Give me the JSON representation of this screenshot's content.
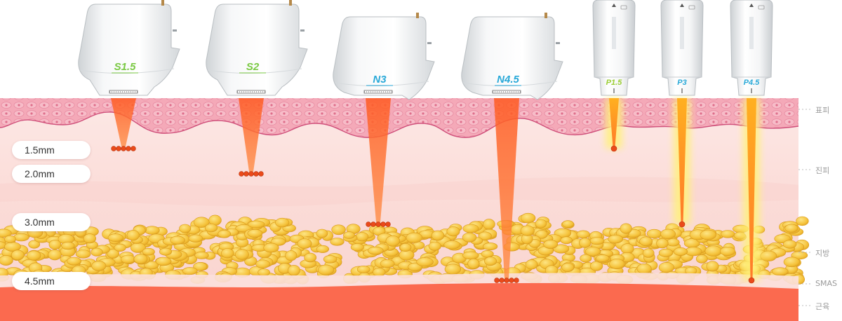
{
  "depth_labels": [
    "1.5mm",
    "2.0mm",
    "3.0mm",
    "4.5mm"
  ],
  "layer_labels": [
    "표피",
    "진피",
    "지방",
    "SMAS",
    "근육"
  ],
  "cartridges": [
    {
      "label": "S1.5",
      "type": "wide",
      "focus_mm": 1.5,
      "color": "#7ac943"
    },
    {
      "label": "S2",
      "type": "wide",
      "focus_mm": 2.0,
      "color": "#7ac943"
    },
    {
      "label": "N3",
      "type": "wide",
      "focus_mm": 3.0,
      "color": "#29a9d8"
    },
    {
      "label": "N4.5",
      "type": "wide",
      "focus_mm": 4.5,
      "color": "#29a9d8"
    },
    {
      "label": "P1.5",
      "type": "pen",
      "focus_mm": 1.5,
      "color": "#9acd32"
    },
    {
      "label": "P3",
      "type": "pen",
      "focus_mm": 3.0,
      "color": "#29a9d8"
    },
    {
      "label": "P4.5",
      "type": "pen",
      "focus_mm": 4.5,
      "color": "#29a9d8"
    }
  ],
  "colors": {
    "epidermis": "#f3a6b6",
    "dermis": "#fbe2e0",
    "fat": "#f6c640",
    "muscle": "#fb6a4f",
    "beam": "#ff6a2c",
    "focal_point": "#ea4a1a",
    "glow": "#fff27a"
  }
}
